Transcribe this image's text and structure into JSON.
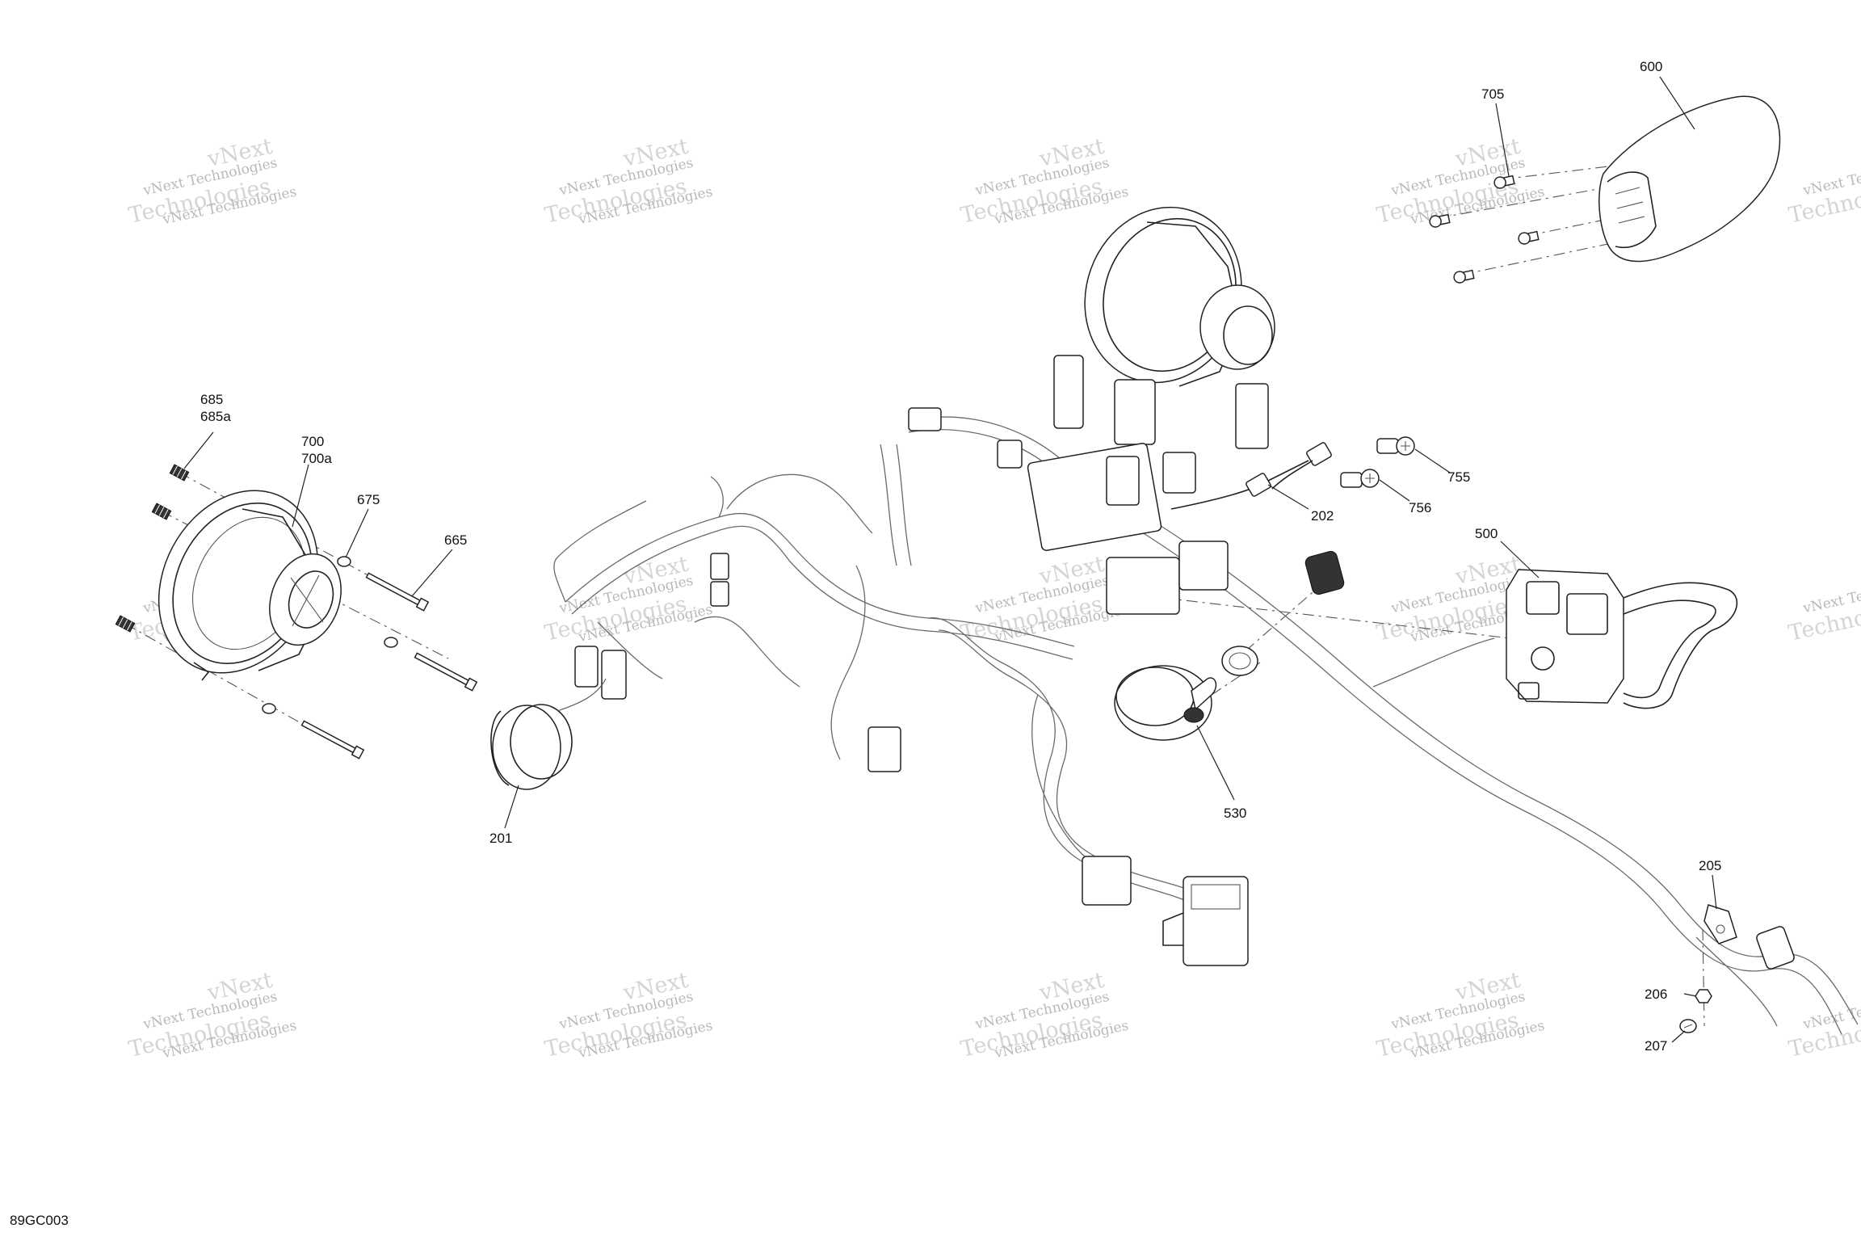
{
  "diagram_code": "89GC003",
  "watermark": {
    "line1": "vNext Technologies",
    "line2": "vNext",
    "line3": "Technologies",
    "line4": "vNext Technologies"
  },
  "callouts": [
    {
      "id": "600",
      "label": "600"
    },
    {
      "id": "705",
      "label": "705"
    },
    {
      "id": "685",
      "label": "685"
    },
    {
      "id": "685a",
      "label": "685a"
    },
    {
      "id": "700",
      "label": "700"
    },
    {
      "id": "700a",
      "label": "700a"
    },
    {
      "id": "675",
      "label": "675"
    },
    {
      "id": "665",
      "label": "665"
    },
    {
      "id": "755",
      "label": "755"
    },
    {
      "id": "756",
      "label": "756"
    },
    {
      "id": "202",
      "label": "202"
    },
    {
      "id": "500",
      "label": "500"
    },
    {
      "id": "530",
      "label": "530"
    },
    {
      "id": "201",
      "label": "201"
    },
    {
      "id": "205",
      "label": "205"
    },
    {
      "id": "206",
      "label": "206"
    },
    {
      "id": "207",
      "label": "207"
    }
  ]
}
